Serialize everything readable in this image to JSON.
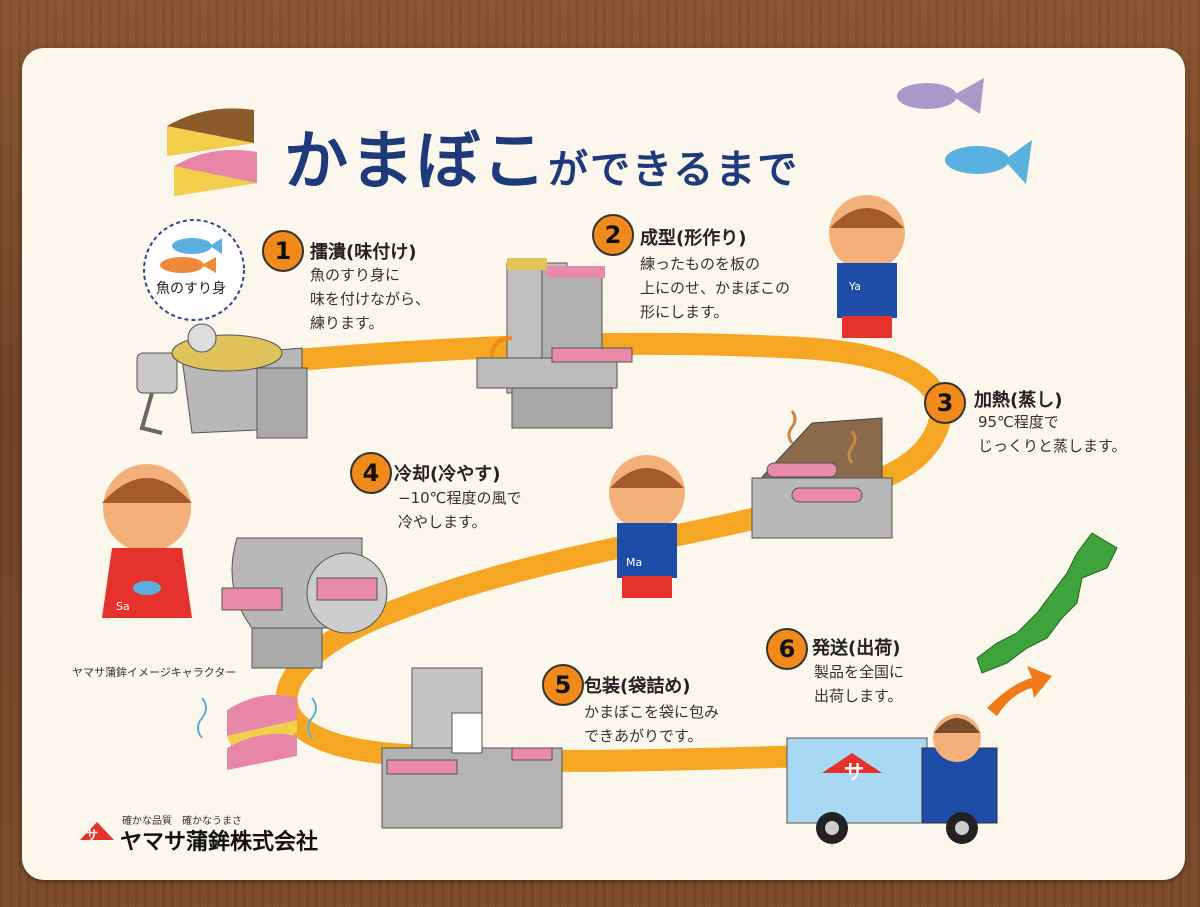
{
  "title": {
    "main": "かまぼこ",
    "sub": "ができるまで"
  },
  "bubble_label": "魚のすり身",
  "steps": [
    {
      "num": "1",
      "title": "擂潰(味付け)",
      "desc": "魚のすり身に\n味を付けながら、\n練ります。"
    },
    {
      "num": "2",
      "title": "成型(形作り)",
      "desc": "練ったものを板の\n上にのせ、かまぼこの\n形にします。"
    },
    {
      "num": "3",
      "title": "加熱(蒸し)",
      "desc": "95℃程度で\nじっくりと蒸します。"
    },
    {
      "num": "4",
      "title": "冷却(冷やす)",
      "desc": "−10℃程度の風で\n冷やします。"
    },
    {
      "num": "5",
      "title": "包装(袋詰め)",
      "desc": "かまぼこを袋に包み\nできあがりです。"
    },
    {
      "num": "6",
      "title": "発送(出荷)",
      "desc": "製品を全国に\n出荷します。"
    }
  ],
  "character_caption": "ヤマサ蒲鉾イメージキャラクター",
  "tagline": "確かな品質　確かなうまさ",
  "company": "ヤマサ蒲鉾株式会社",
  "shirt_letters": {
    "boy1": "Ya",
    "boy2": "Ma",
    "girl": "Sa"
  },
  "logo_char": "サ",
  "colors": {
    "path": "#f5a623",
    "title": "#1f3a7a",
    "badge": "#f08a1a",
    "truck": "#a9d8f2",
    "japan": "#3da33a"
  }
}
